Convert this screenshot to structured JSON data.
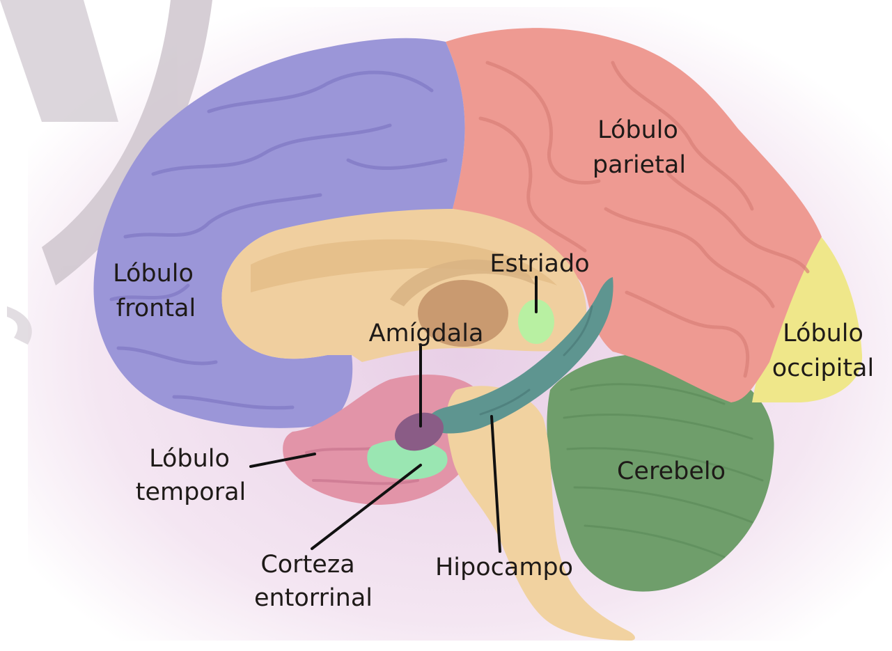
{
  "labels": {
    "parietal_l1": "Lóbulo",
    "parietal_l2": "parietal",
    "frontal_l1": "Lóbulo",
    "frontal_l2": "frontal",
    "estriado": "Estriado",
    "amigdala": "Amígdala",
    "occipital_l1": "Lóbulo",
    "occipital_l2": "occipital",
    "temporal_l1": "Lóbulo",
    "temporal_l2": "temporal",
    "cerebelo": "Cerebelo",
    "corteza_l1": "Corteza",
    "corteza_l2": "entorrinal",
    "hipocampo": "Hipocampo"
  },
  "colors": {
    "frontal": "#9b96d8",
    "parietal": "#ee9a92",
    "occipital": "#efe78a",
    "temporal": "#e294a8",
    "cerebelo": "#6f9e6b",
    "inner": "#f0cf9f",
    "brainstem": "#f1d2a0",
    "thalamus": "#c99a70",
    "hipocampo": "#5e9590",
    "amigdala": "#8a5c86",
    "estriado": "#b8f0a2",
    "entorrinal": "#9ae6b2"
  }
}
